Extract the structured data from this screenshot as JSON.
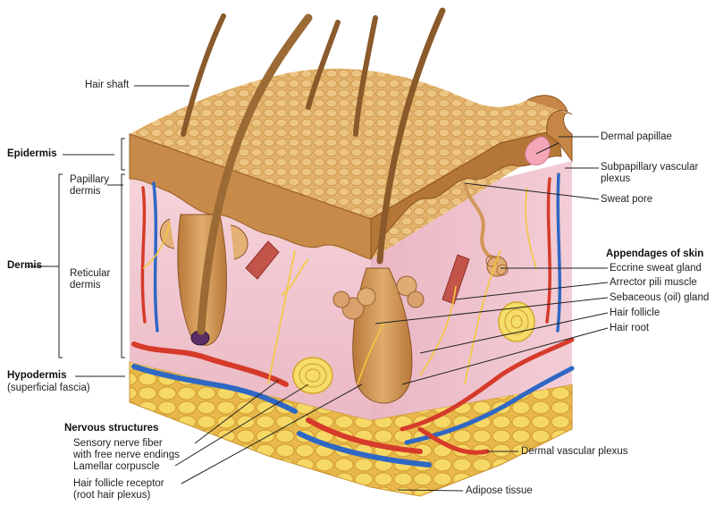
{
  "labels": {
    "hair_shaft": "Hair shaft",
    "epidermis": "Epidermis",
    "papillary_dermis": "Papillary dermis",
    "dermis": "Dermis",
    "reticular_dermis": "Reticular dermis",
    "hypodermis": "Hypodermis",
    "superficial_fascia": "(superficial fascia)",
    "nervous_structures": "Nervous structures",
    "sensory_nerve_fiber": "Sensory nerve fiber",
    "free_nerve_endings": "with free nerve endings",
    "lamellar_corpuscle": "Lamellar corpuscle",
    "hair_follicle_receptor": "Hair follicle receptor",
    "root_hair_plexus": "(root hair plexus)",
    "dermal_papillae": "Dermal papillae",
    "subpapillary_plexus": "Subpapillary vascular plexus",
    "sweat_pore": "Sweat pore",
    "appendages": "Appendages of skin",
    "eccrine_gland": "Eccrine sweat gland",
    "arrector_pili": "Arrector pili muscle",
    "sebaceous_gland": "Sebaceous (oil) gland",
    "hair_follicle": "Hair follicle",
    "hair_root": "Hair root",
    "dermal_plexus": "Dermal vascular plexus",
    "adipose_tissue": "Adipose tissue"
  },
  "colors": {
    "epidermis_tan": "#d9a35c",
    "epidermis_dark": "#a8672e",
    "dermis_pink": "#f2c6cf",
    "fat_yellow": "#f5d35a",
    "artery_red": "#d63a2a",
    "vein_blue": "#2f67c4",
    "nerve_yellow": "#f3c83a",
    "hair_brown": "#8a5a2b"
  }
}
